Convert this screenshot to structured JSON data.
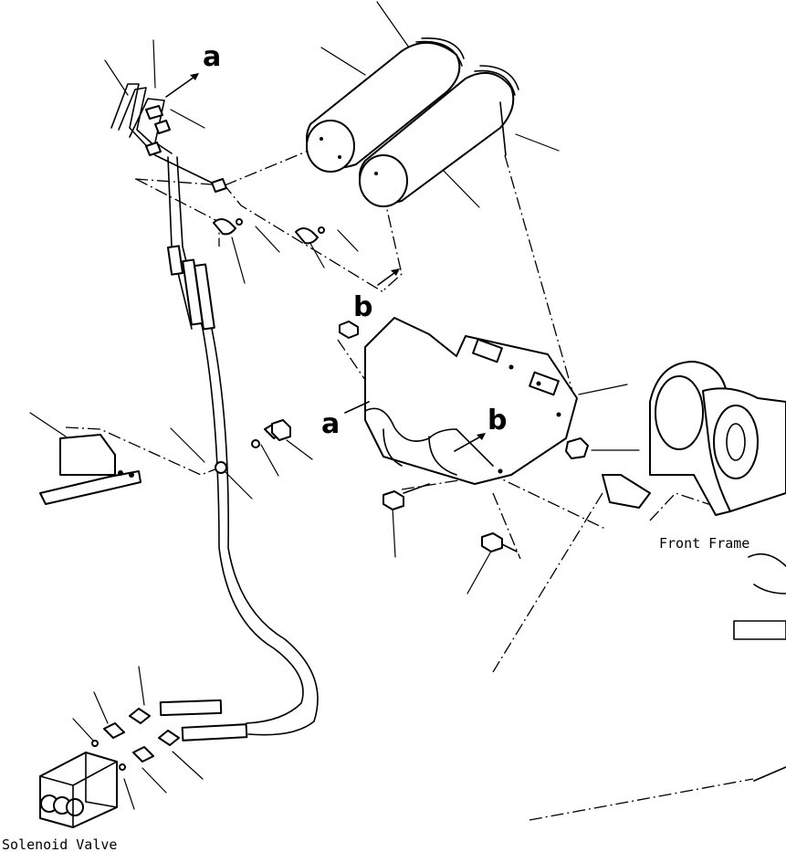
{
  "labels": {
    "ref_a_top": "a",
    "ref_a_mid": "a",
    "ref_b_left": "b",
    "ref_b_right": "b",
    "front_frame": "Front Frame",
    "solenoid_valve": "Solenoid Valve"
  }
}
